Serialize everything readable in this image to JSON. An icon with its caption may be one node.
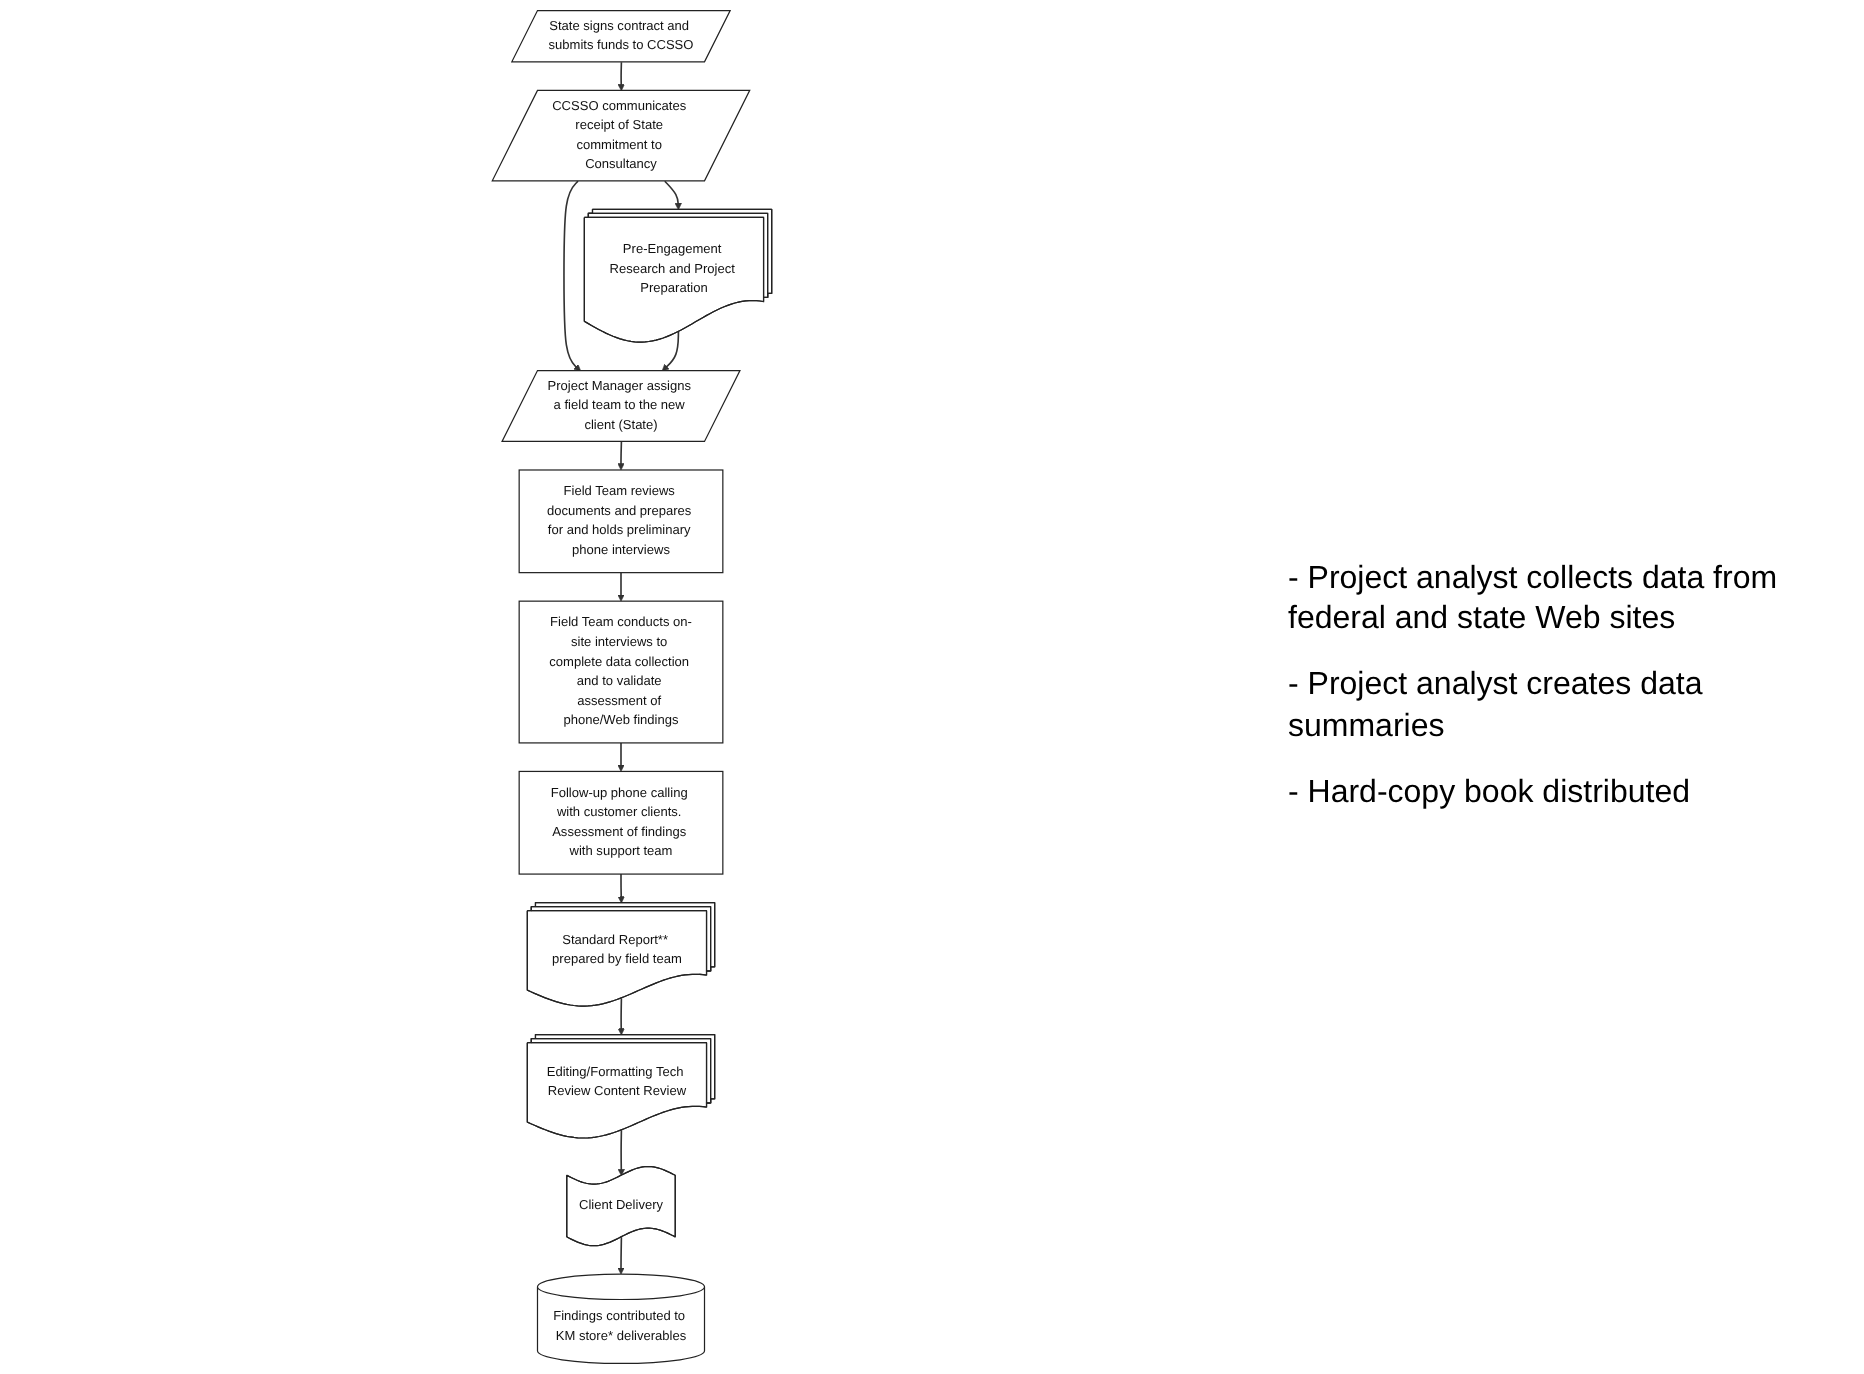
{
  "diagram": {
    "nodes": [
      {
        "text": [
          "State signs contract and submits funds to CCSSO"
        ]
      },
      {
        "text": [
          "CCSSO communicates receipt of State commitment to Consultancy"
        ]
      },
      {
        "text": [
          "Pre-Engagement Research and Project Preparation"
        ]
      },
      {
        "text": [
          "Project Manager assigns a field team to the new client (State)"
        ]
      },
      {
        "text": [
          "Field Team reviews documents and prepares for and holds preliminary phone interviews"
        ]
      },
      {
        "text": [
          "Field Team conducts on-site interviews to complete data collection and to validate assessment of phone/Web findings"
        ]
      },
      {
        "text": [
          "Follow-up phone calling with customer clients. Assessment of findings with support team"
        ]
      },
      {
        "text": [
          "Standard Report** prepared by field team"
        ]
      },
      {
        "text": [
          "Editing/Formatting Tech Review Content Review"
        ]
      },
      {
        "text": [
          "Client Delivery"
        ]
      },
      {
        "text": [
          "Findings contributed to KM store* deliverables"
        ]
      }
    ],
    "edges": [
      {
        "from": 0,
        "to": 1,
        "arrow": "to"
      },
      {
        "from": 1,
        "to": 2,
        "arrow": "to"
      },
      {
        "from": 1,
        "to": 3,
        "arrow": "to"
      },
      {
        "from": 2,
        "to": 3,
        "arrow": "to"
      },
      {
        "from": 3,
        "to": 4,
        "arrow": "to"
      },
      {
        "from": 4,
        "to": 5,
        "arrow": "to"
      },
      {
        "from": 5,
        "to": 6,
        "arrow": "to"
      },
      {
        "from": 6,
        "to": 7,
        "arrow": "to"
      },
      {
        "from": 7,
        "to": 8,
        "arrow": "to"
      },
      {
        "from": 8,
        "to": 9,
        "arrow": "to"
      },
      {
        "from": 9,
        "to": 10,
        "arrow": "to"
      }
    ],
    "labels": [
      "- Project analyst collects data from federal and state Web sites",
      "- Project analyst creates data summaries",
      "- Hard-copy book distributed"
    ]
  }
}
